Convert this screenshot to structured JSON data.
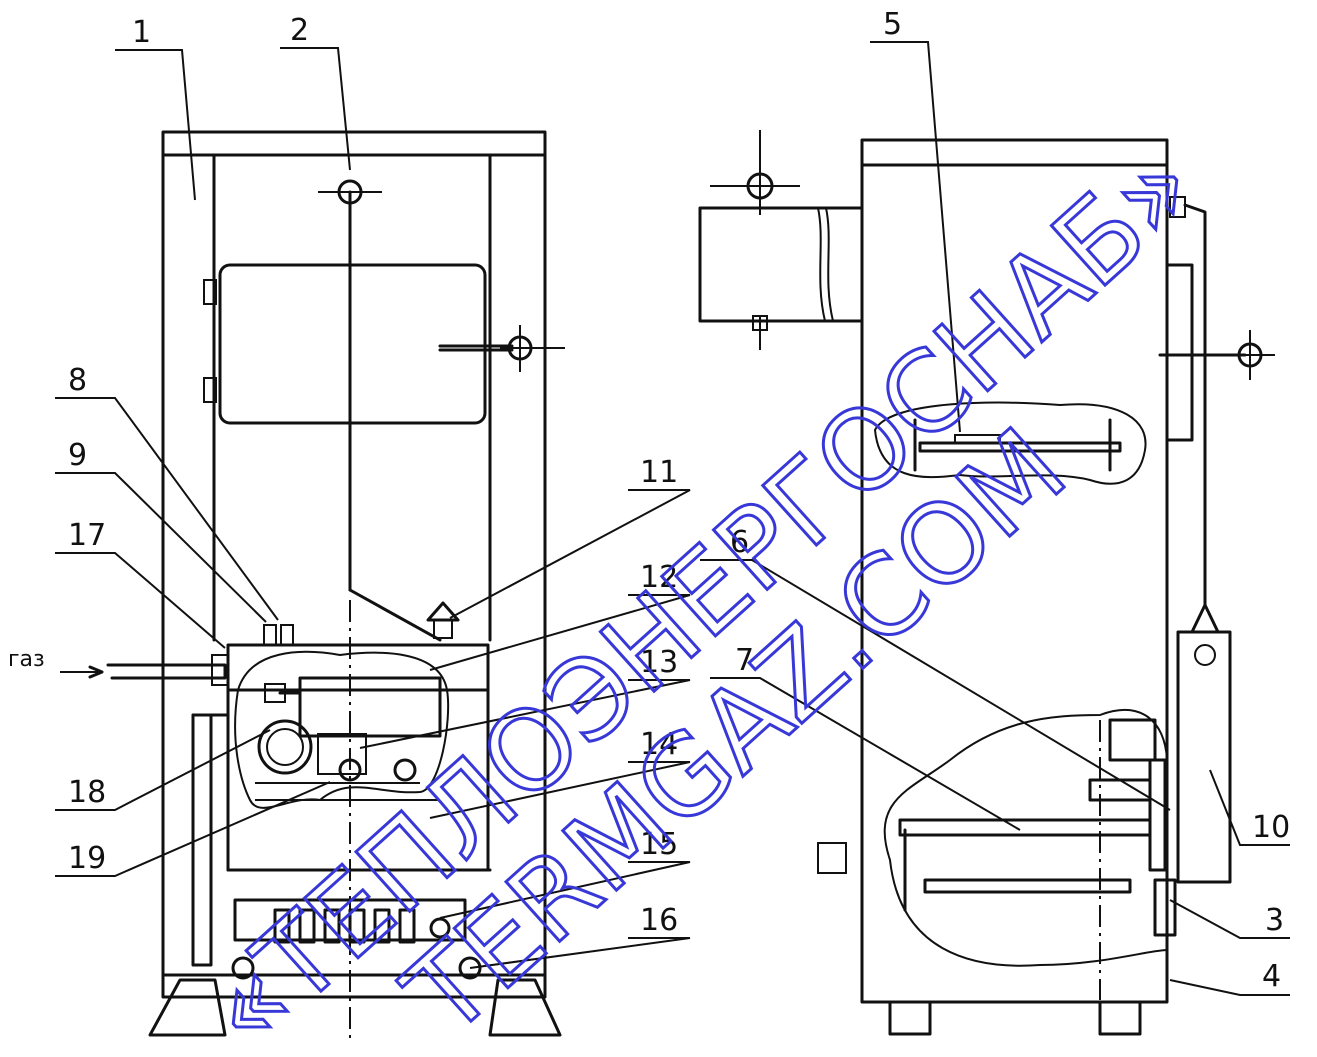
{
  "inlet_label": "газ",
  "callouts": [
    "1",
    "2",
    "3",
    "4",
    "5",
    "6",
    "7",
    "8",
    "9",
    "10",
    "11",
    "12",
    "13",
    "14",
    "15",
    "16",
    "17",
    "18",
    "19"
  ],
  "watermark": {
    "line1": "«ТЕПЛОЭНЕРГОСНАБ»",
    "line2": "TERMGAZ.COM"
  },
  "colors": {
    "line": "#111111",
    "watermark": "#3838d8",
    "background": "#ffffff"
  }
}
